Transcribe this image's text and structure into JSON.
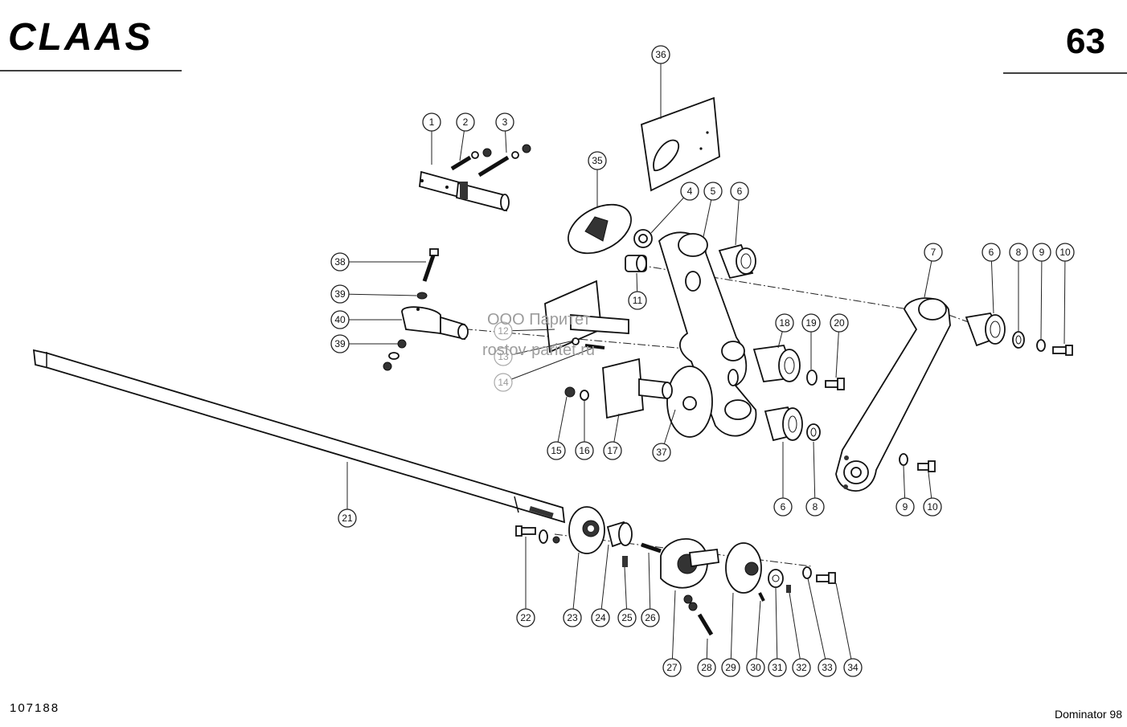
{
  "header": {
    "brand": "CLAAS",
    "page_number": "63"
  },
  "footer": {
    "drawing_number": "107188",
    "model": "Dominator 98"
  },
  "watermark": {
    "line1": "ООО Паритет",
    "line2": "rostov-paritet.ru"
  },
  "callouts": [
    "1",
    "2",
    "3",
    "4",
    "5",
    "6",
    "7",
    "6",
    "8",
    "9",
    "10",
    "11",
    "12",
    "13",
    "14",
    "15",
    "16",
    "17",
    "18",
    "19",
    "20",
    "21",
    "22",
    "23",
    "24",
    "25",
    "26",
    "27",
    "28",
    "29",
    "30",
    "31",
    "32",
    "33",
    "34",
    "35",
    "36",
    "37",
    "38",
    "39",
    "40",
    "39",
    "6",
    "8",
    "9",
    "10"
  ]
}
